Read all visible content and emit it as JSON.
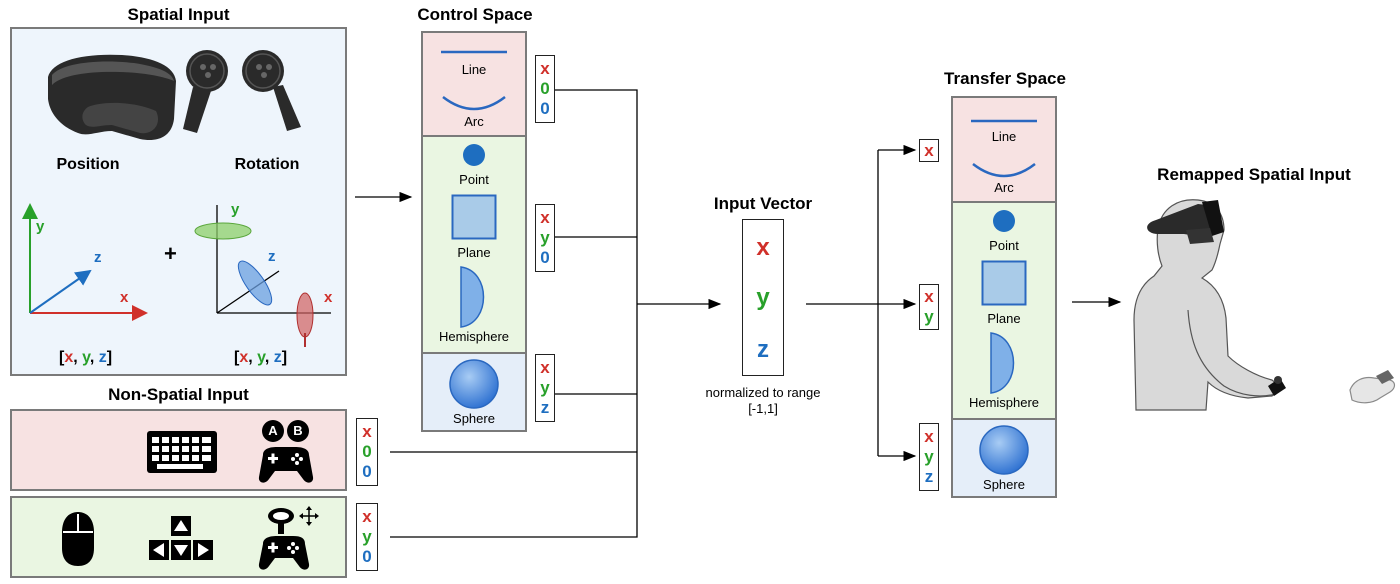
{
  "spatial_input": {
    "title": "Spatial Input",
    "position_label": "Position",
    "rotation_label": "Rotation",
    "plus": "+",
    "axis_x": "x",
    "axis_y": "y",
    "axis_z": "z",
    "tuple": {
      "open": "[",
      "x": "x",
      "c1": ", ",
      "y": "y",
      "c2": ", ",
      "z": "z",
      "close": "]"
    }
  },
  "non_spatial_input": {
    "title": "Non-Spatial Input",
    "button_a": "A",
    "button_b": "B",
    "vec_row1": [
      "x",
      "0",
      "0"
    ],
    "vec_row2": [
      "x",
      "y",
      "0"
    ]
  },
  "control_space": {
    "title": "Control Space",
    "items": {
      "line": "Line",
      "arc": "Arc",
      "point": "Point",
      "plane": "Plane",
      "hemisphere": "Hemisphere",
      "sphere": "Sphere"
    },
    "vec_1d": [
      "x",
      "0",
      "0"
    ],
    "vec_2d": [
      "x",
      "y",
      "0"
    ],
    "vec_3d": [
      "x",
      "y",
      "z"
    ]
  },
  "input_vector": {
    "title": "Input Vector",
    "components": [
      "x",
      "y",
      "z"
    ],
    "note_line1": "normalized to range",
    "note_line2": "[-1,1]"
  },
  "transfer_space": {
    "title": "Transfer Space",
    "items": {
      "line": "Line",
      "arc": "Arc",
      "point": "Point",
      "plane": "Plane",
      "hemisphere": "Hemisphere",
      "sphere": "Sphere"
    },
    "vec_1d": [
      "x"
    ],
    "vec_2d": [
      "x",
      "y"
    ],
    "vec_3d": [
      "x",
      "y",
      "z"
    ]
  },
  "remapped": {
    "title": "Remapped Spatial Input"
  },
  "colors": {
    "x": "#d0302a",
    "y": "#28a02a",
    "z": "#1e6ec0",
    "pink_panel": "#f7e2e2",
    "green_panel": "#eaf6e2",
    "blue_panel": "#e5eef9",
    "spatial_panel": "#eef5fc"
  }
}
